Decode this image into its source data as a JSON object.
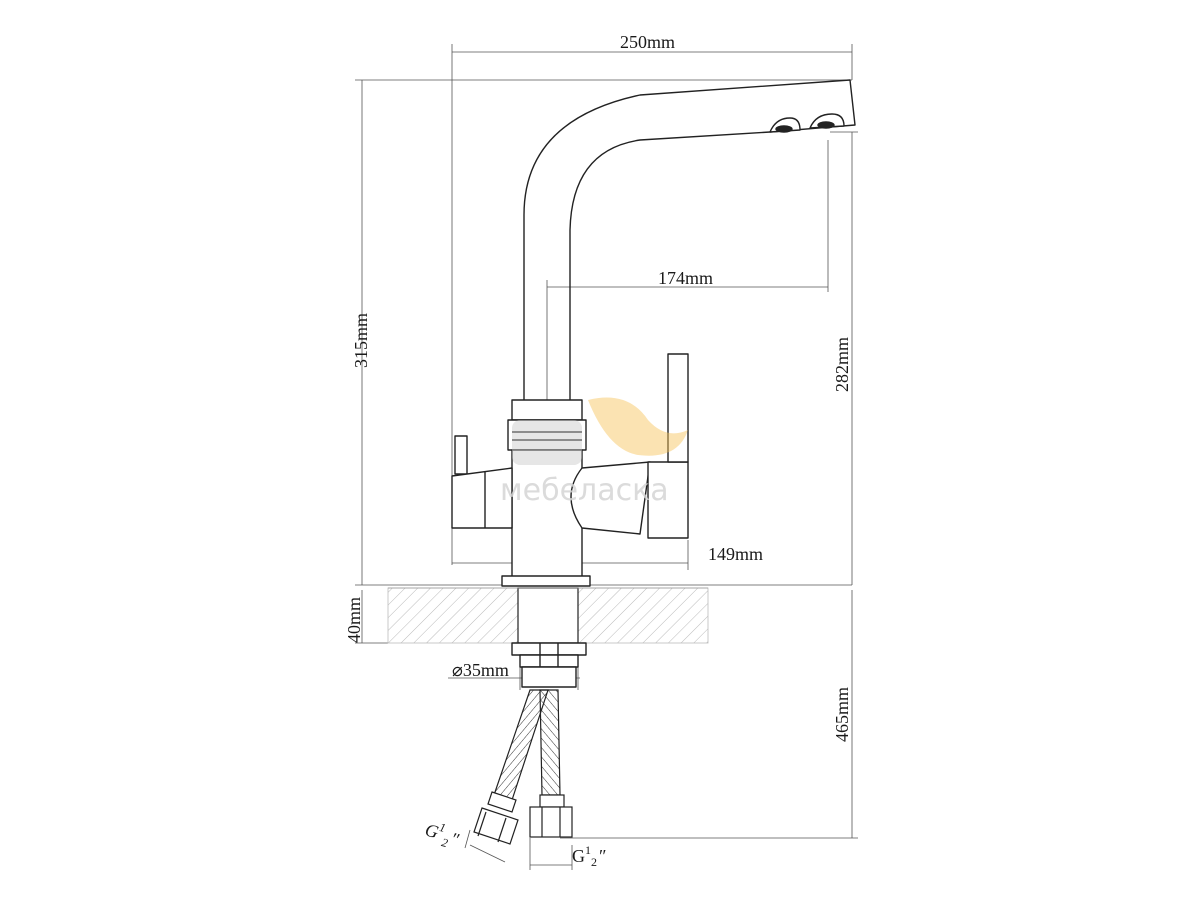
{
  "drawing": {
    "width_label": "250mm",
    "spout_reach_label": "174mm",
    "total_height_label": "315mm",
    "spout_height_label": "282mm",
    "body_width_label": "149mm",
    "deck_thickness_label": "40mm",
    "shank_diameter_label": "⌀35mm",
    "hose_length_label": "465mm",
    "thread_label_left": {
      "main": "G",
      "sup": "1",
      "sub": "2",
      "mark": "″"
    },
    "thread_label_right": {
      "main": "G",
      "sup": "1",
      "sub": "2",
      "mark": "″"
    }
  },
  "watermark": {
    "text": "мебеласка",
    "colors": {
      "text": "#d9d9d9",
      "orange": "#f6c25a",
      "gray": "#c9c9c9"
    }
  },
  "colors": {
    "line": "#222222",
    "dim_line": "#555555",
    "hatch": "#9a9a9a"
  }
}
